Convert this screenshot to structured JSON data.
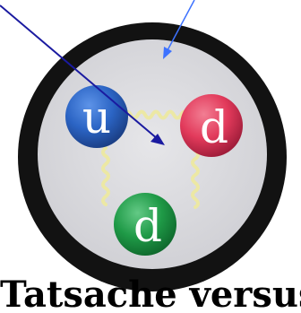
{
  "caption": "Tatsache versus Theorie",
  "quarks": [
    {
      "name": "quark-u",
      "label": "u",
      "color": "#2b64c4"
    },
    {
      "name": "quark-d-right",
      "label": "d",
      "color": "#e23a5b"
    },
    {
      "name": "quark-d-bottom",
      "label": "d",
      "color": "#1f9a47"
    }
  ],
  "colors": {
    "outer_ring": "#121212",
    "inner_field": "#dcdcdf",
    "arrow_dark": "#1a1aa0",
    "arrow_light": "#3d72ff",
    "gluon": "#ece8a4"
  }
}
